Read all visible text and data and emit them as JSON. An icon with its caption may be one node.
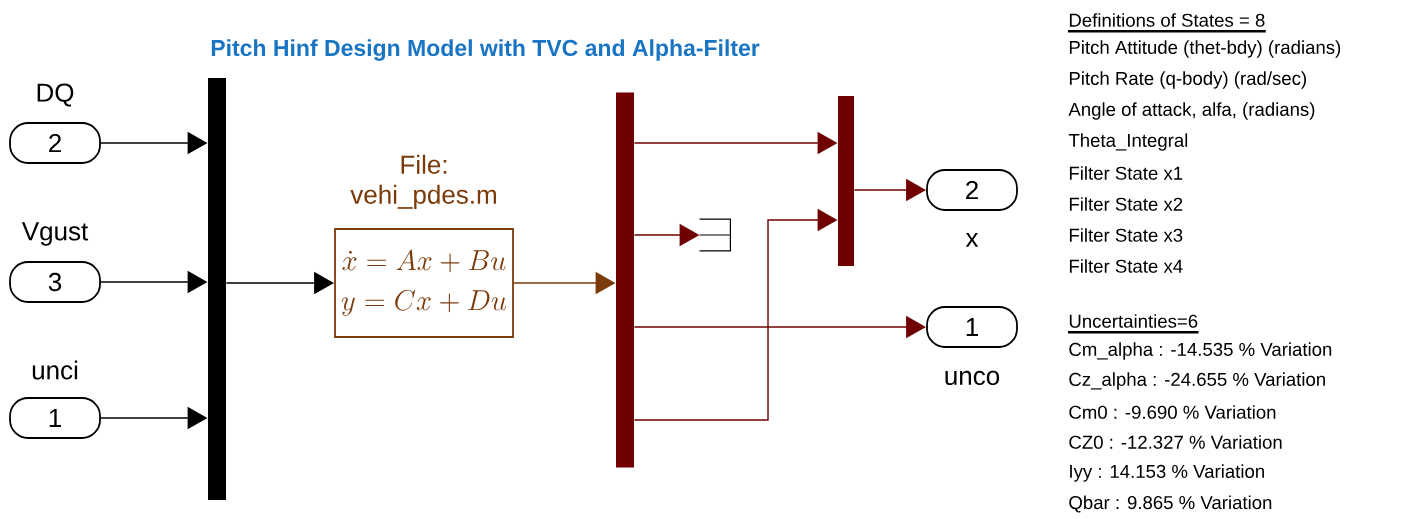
{
  "diagram": {
    "title": "Pitch Hinf Design Model with TVC and Alpha-Filter",
    "nodes": [
      {
        "text": [
          "2"
        ],
        "beside": [
          "DQ"
        ]
      },
      {
        "text": [
          "3"
        ],
        "beside": [
          "Vgust"
        ]
      },
      {
        "text": [
          "1"
        ],
        "beside": [
          "unci"
        ]
      },
      {
        "text": [],
        "shape": "bar"
      },
      {
        "text": [
          "File: vehi_pdes.m",
          "\\dot{x} = Ax + Bu",
          "y = Cx + Du"
        ]
      },
      {
        "text": [],
        "shape": "bar"
      },
      {
        "text": [],
        "shape": "terminator"
      },
      {
        "text": [],
        "shape": "bar"
      },
      {
        "text": [
          "2"
        ],
        "beside": [
          "x"
        ]
      },
      {
        "text": [
          "1"
        ],
        "beside": [
          "unco"
        ]
      }
    ],
    "edges": [
      {
        "from": 0,
        "to": 3,
        "arrow": "to",
        "color": "#000000"
      },
      {
        "from": 1,
        "to": 3,
        "arrow": "to",
        "color": "#000000"
      },
      {
        "from": 2,
        "to": 3,
        "arrow": "to",
        "color": "#000000"
      },
      {
        "from": 3,
        "to": 4,
        "arrow": "to",
        "color": "#000000"
      },
      {
        "from": 4,
        "to": 5,
        "arrow": "to",
        "color": "#7a3a0a"
      },
      {
        "from": 5,
        "to": 7,
        "arrow": "to",
        "color": "#700000"
      },
      {
        "from": 5,
        "to": 6,
        "arrow": "to",
        "color": "#700000"
      },
      {
        "from": 5,
        "to": 9,
        "arrow": "to",
        "color": "#700000"
      },
      {
        "from": 5,
        "to": 7,
        "arrow": "to",
        "color": "#700000"
      },
      {
        "from": 7,
        "to": 8,
        "arrow": "to",
        "color": "#700000"
      }
    ],
    "labels": [
      "Definitions of States = 8",
      "Pitch Attitude (thet-bdy) (radians)",
      "Pitch Rate (q-body) (rad/sec)",
      "Angle of attack, alfa, (radians)",
      "Theta_Integral",
      "Filter State x1",
      "Filter State x2",
      "Filter State x3",
      "Filter State x4",
      "Uncertainties=6",
      "Cm_alpha : -14.535 % Variation",
      "Cz_alpha : -24.655 % Variation",
      "Cm0 : -9.690 % Variation",
      "CZ0 : -12.327 % Variation",
      "Iyy : 14.153 % Variation",
      "Qbar : 9.865 % Variation"
    ]
  }
}
